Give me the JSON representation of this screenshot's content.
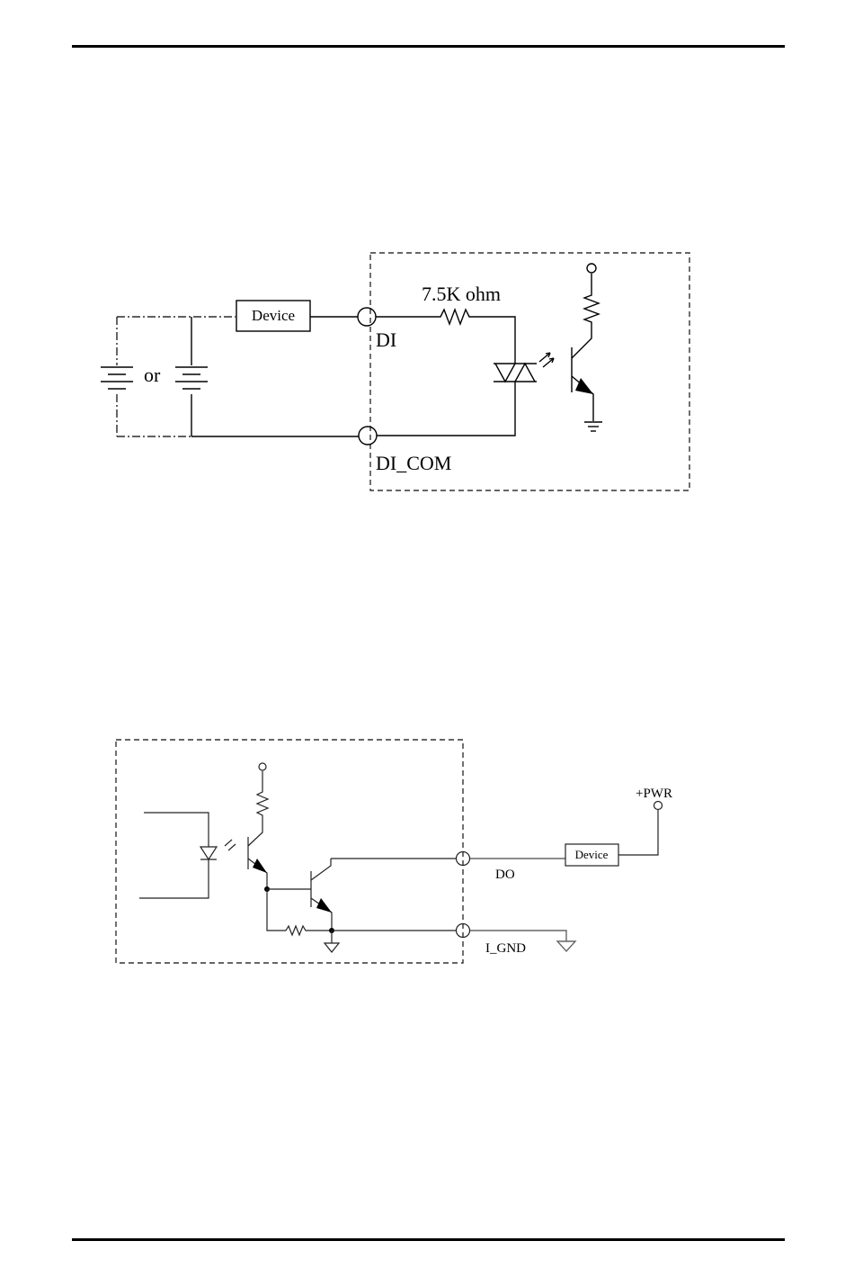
{
  "diagram_di": {
    "device_label": "Device",
    "resistor_label": "7.5K ohm",
    "di_label": "DI",
    "di_com_label": "DI_COM",
    "or_label": "or"
  },
  "diagram_do": {
    "device_label": "Device",
    "pwr_label": "+PWR",
    "do_label": "DO",
    "gnd_label": "I_GND"
  }
}
